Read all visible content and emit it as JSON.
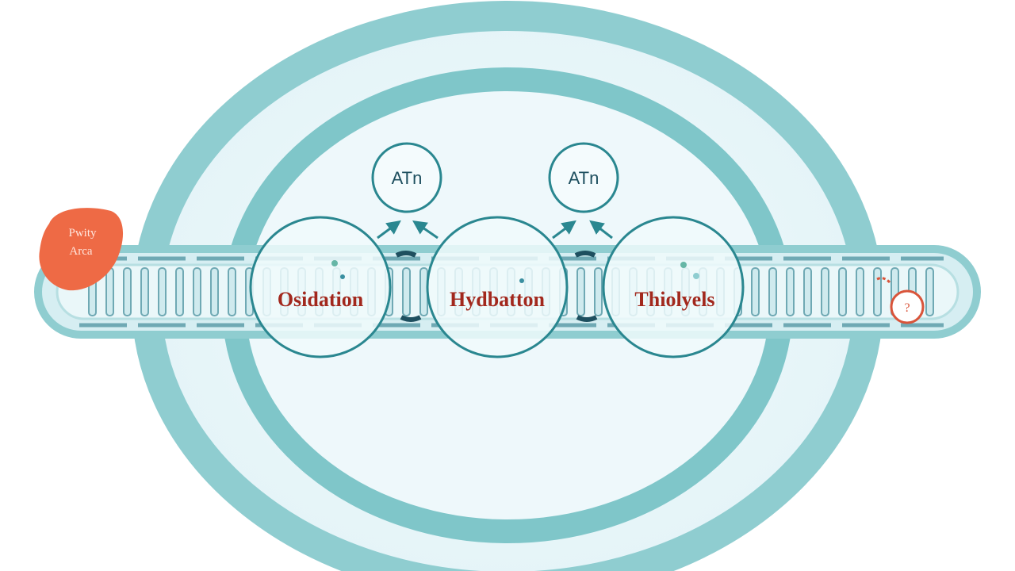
{
  "steps": [
    {
      "label": "Osidation"
    },
    {
      "label": "Hydbatton"
    },
    {
      "label": "Thiolyels"
    }
  ],
  "outputs": [
    {
      "label": "ATn"
    },
    {
      "label": "ATn"
    }
  ],
  "tag": {
    "line1": "Pwity",
    "line2": "Arca"
  },
  "end_marker": {
    "label": "?"
  },
  "colors": {
    "teal": "#7fc6c9",
    "teal_dark": "#2a8790",
    "teal_fill": "#e8f6f9",
    "red_text": "#a2281d",
    "orange": "#ee6a45",
    "navy": "#1e4f5f",
    "marker_red": "#d9543a"
  }
}
